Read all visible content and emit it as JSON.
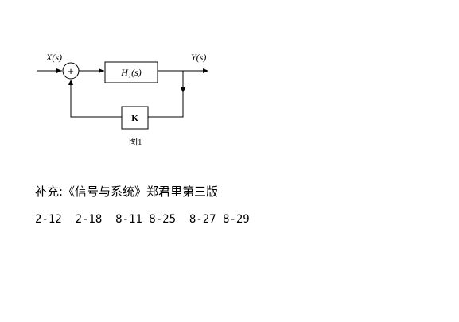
{
  "diagram": {
    "input_label": "X(s)",
    "output_label": "Y(s)",
    "summing_sign": "+",
    "forward_block": "H₁(s)",
    "feedback_block": "K",
    "caption": "图1"
  },
  "supplement": {
    "text": "补充:《信号与系统》郑君里第三版"
  },
  "exercises": {
    "text": "2-12  2-18  8-11 8-25  8-27 8-29"
  }
}
